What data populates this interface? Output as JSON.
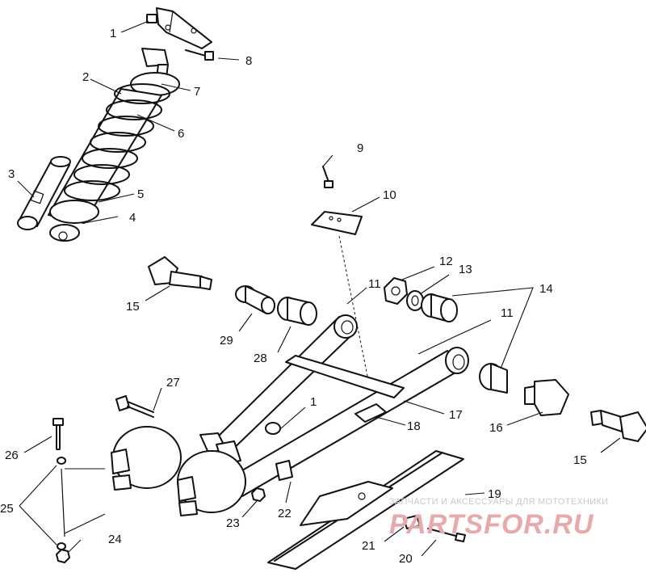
{
  "callouts": [
    "1",
    "2",
    "3",
    "4",
    "5",
    "6",
    "7",
    "8",
    "9",
    "10",
    "11",
    "12",
    "13",
    "14",
    "15",
    "16",
    "17",
    "18",
    "19",
    "20",
    "21",
    "22",
    "23",
    "24",
    "25",
    "26",
    "27",
    "28",
    "29",
    "11",
    "1",
    "15"
  ],
  "watermark": {
    "tagline": "ЗАПЧАСТИ И АКСЕССУАРЫ ДЛЯ МОТОТЕХНИКИ",
    "brand": "PARTSFOR.RU"
  },
  "colors": {
    "line": "#111111",
    "background": "#ffffff",
    "watermark": "#e7a9a9"
  }
}
